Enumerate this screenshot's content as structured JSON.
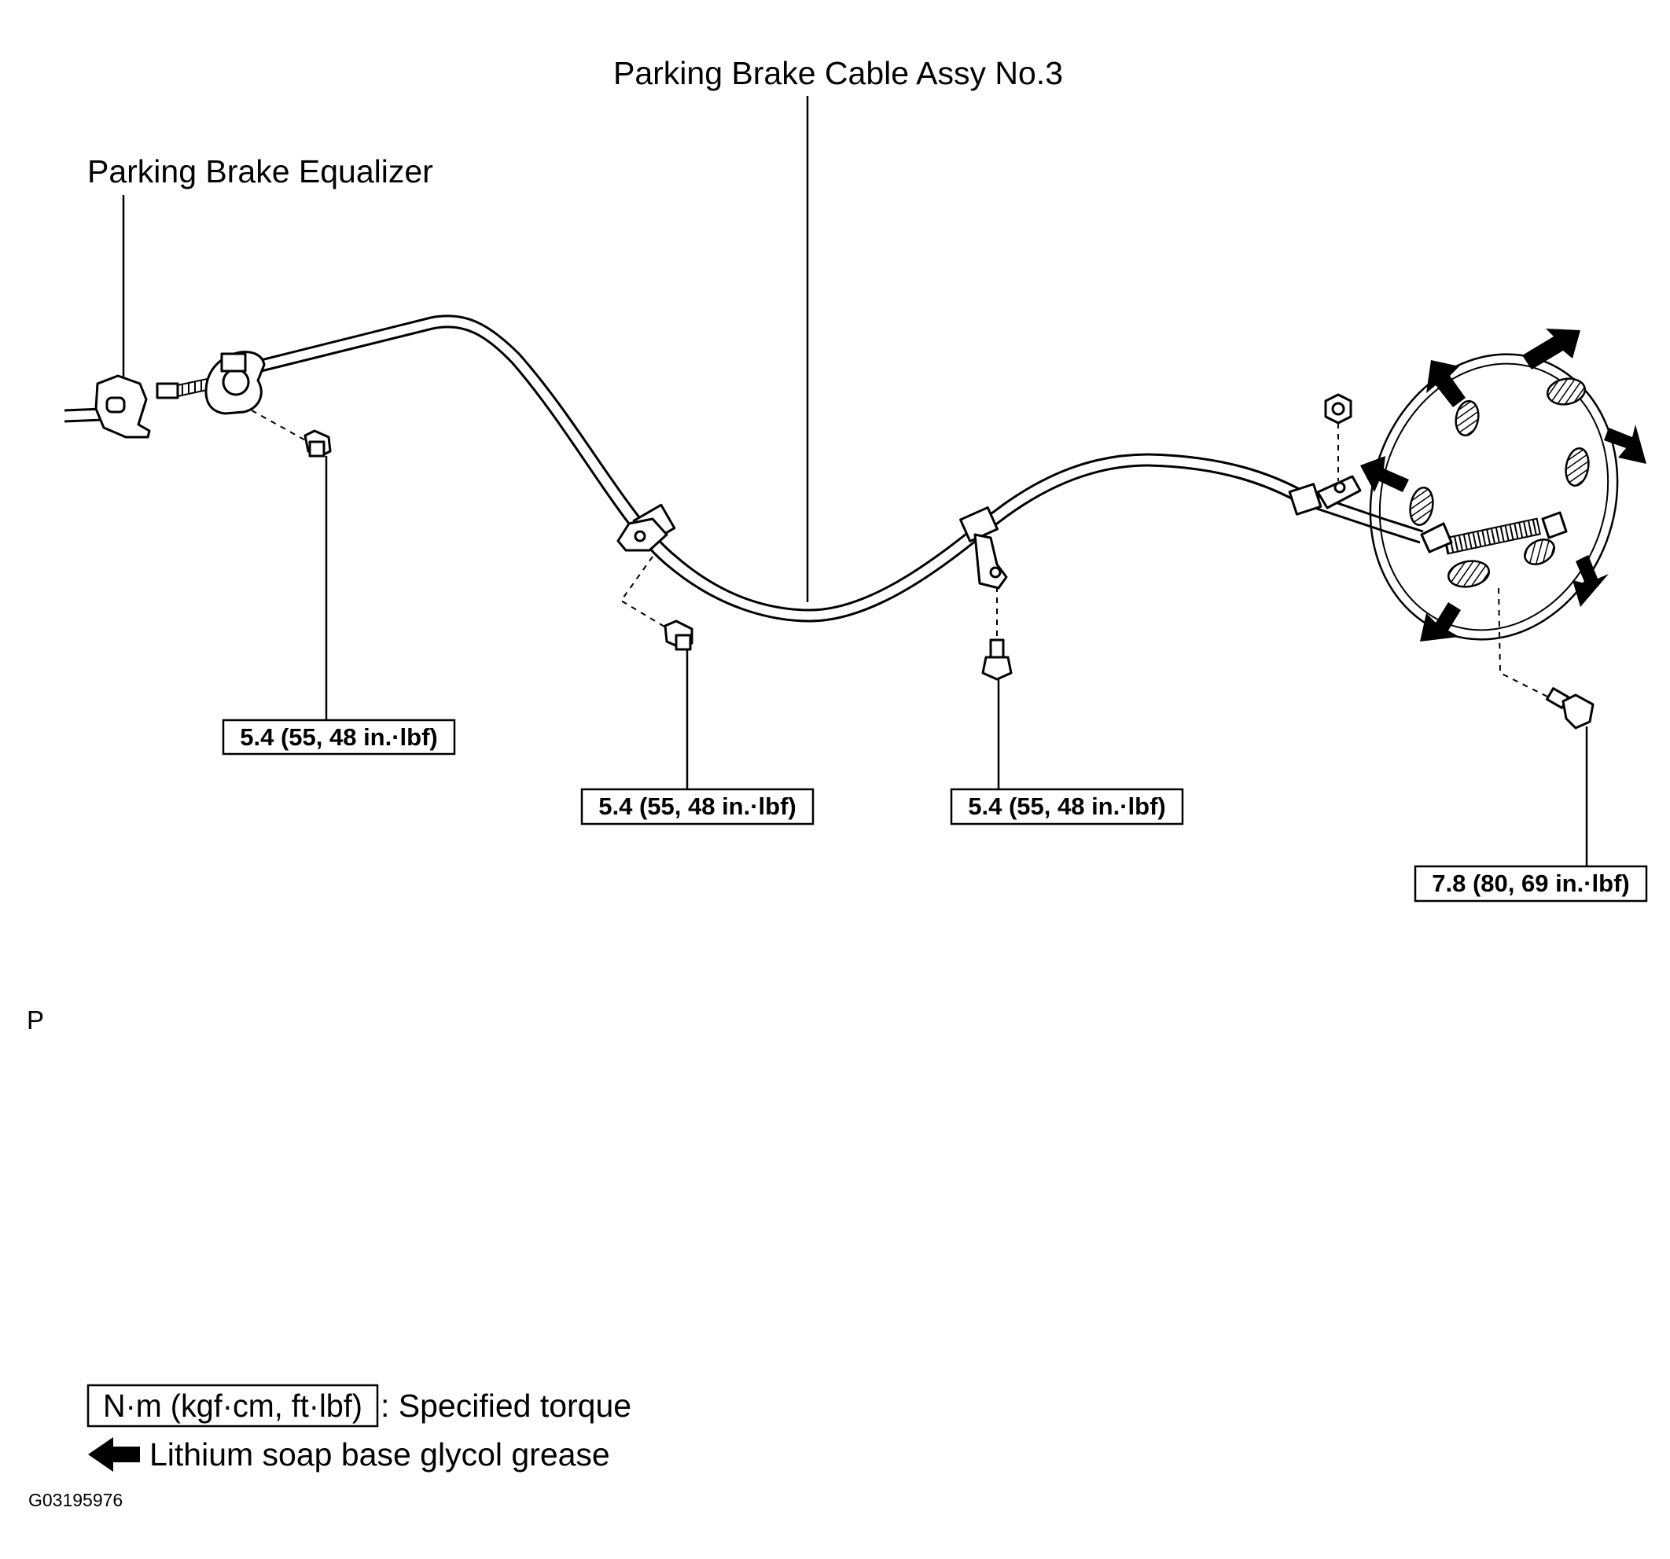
{
  "labels": {
    "cable": "Parking Brake Cable Assy No.3",
    "equalizer": "Parking Brake Equalizer"
  },
  "torques": [
    "5.4 (55, 48 in.·lbf)",
    "5.4 (55, 48 in.·lbf)",
    "5.4 (55, 48 in.·lbf)",
    "7.8 (80, 69 in.·lbf)"
  ],
  "page_marker": "P",
  "legend": {
    "torque_units": "N·m (kgf·cm, ft·lbf)",
    "torque_desc": ": Specified torque",
    "grease_desc": "Lithium soap base glycol grease"
  },
  "figure_id": "G03195976",
  "icons": {
    "grease_arrow": "grease-arrow-icon",
    "bolt": "bolt-icon"
  },
  "colors": {
    "ink": "#000000",
    "paper": "#ffffff"
  }
}
